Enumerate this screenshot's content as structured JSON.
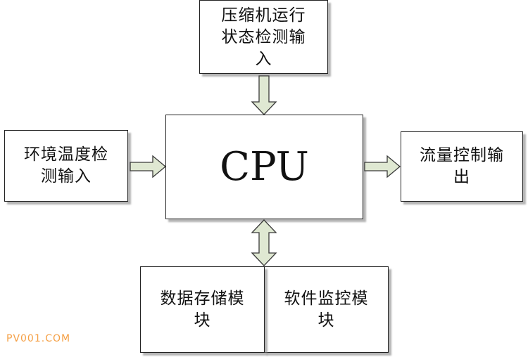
{
  "blocks": {
    "compressor_input": "压缩机运行\n状态检测输\n入",
    "env_temp_input": "环境温度检\n测输入",
    "cpu": "CPU",
    "flow_output": "流量控制输\n出",
    "data_storage": "数据存储模\n块",
    "software_monitor": "软件监控模\n块"
  },
  "watermark": "PV001.COM",
  "colors": {
    "arrow_fill": "#dfe8d2",
    "watermark": "#f5a046"
  }
}
